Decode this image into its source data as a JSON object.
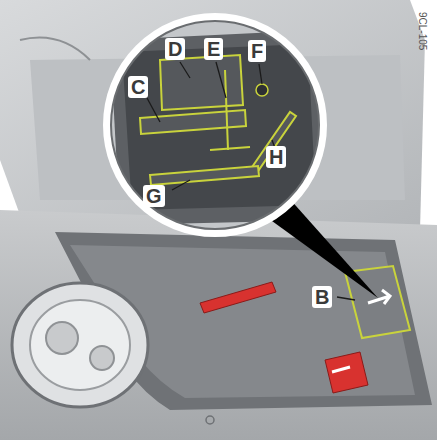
{
  "diagram": {
    "labels": [
      "C",
      "D",
      "E",
      "F",
      "G",
      "H",
      "B",
      "9CL-105"
    ]
  }
}
